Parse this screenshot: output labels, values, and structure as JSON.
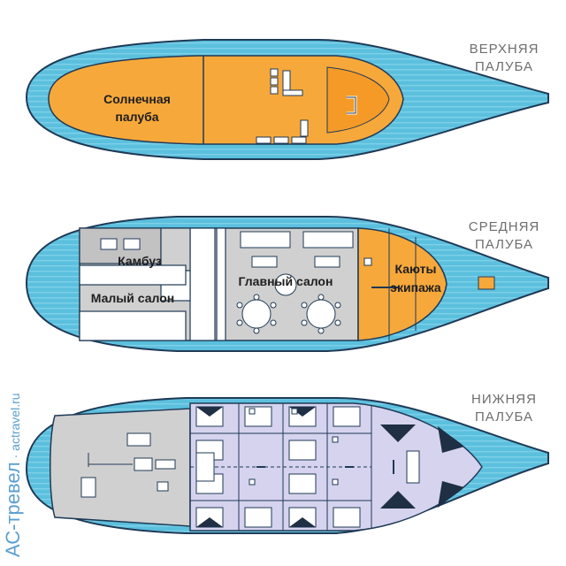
{
  "decks": [
    {
      "id": "upper",
      "line1": "ВЕРХНЯЯ",
      "line2": "ПАЛУБА"
    },
    {
      "id": "middle",
      "line1": "СРЕДНЯЯ",
      "line2": "ПАЛУБА"
    },
    {
      "id": "lower",
      "line1": "НИЖНЯЯ",
      "line2": "ПАЛУБА"
    }
  ],
  "rooms": {
    "sun_deck_line1": "Солнечная",
    "sun_deck_line2": "палуба",
    "galley": "Камбуз",
    "small_salon": "Малый салон",
    "main_salon": "Главный салон",
    "crew_cabins_line1": "Каюты",
    "crew_cabins_line2": "экипажа"
  },
  "watermark": {
    "brand": "АС-тревел",
    "separator": " · ",
    "site": "actravel.ru"
  },
  "colors": {
    "hull": "#5bc0de",
    "hull_stripe": "#7fd0e8",
    "hull_outline": "#1f3a56",
    "sun_deck": "#f7a83b",
    "sun_deck_light": "#fbbd5c",
    "middle_interior": "#d0d0d0",
    "crew_area": "#f7a83b",
    "lower_interior": "#d0d0d0",
    "cabins": "#d6d3ee",
    "label_text": "#6e6e6e",
    "watermark": "#5a9fd0"
  }
}
